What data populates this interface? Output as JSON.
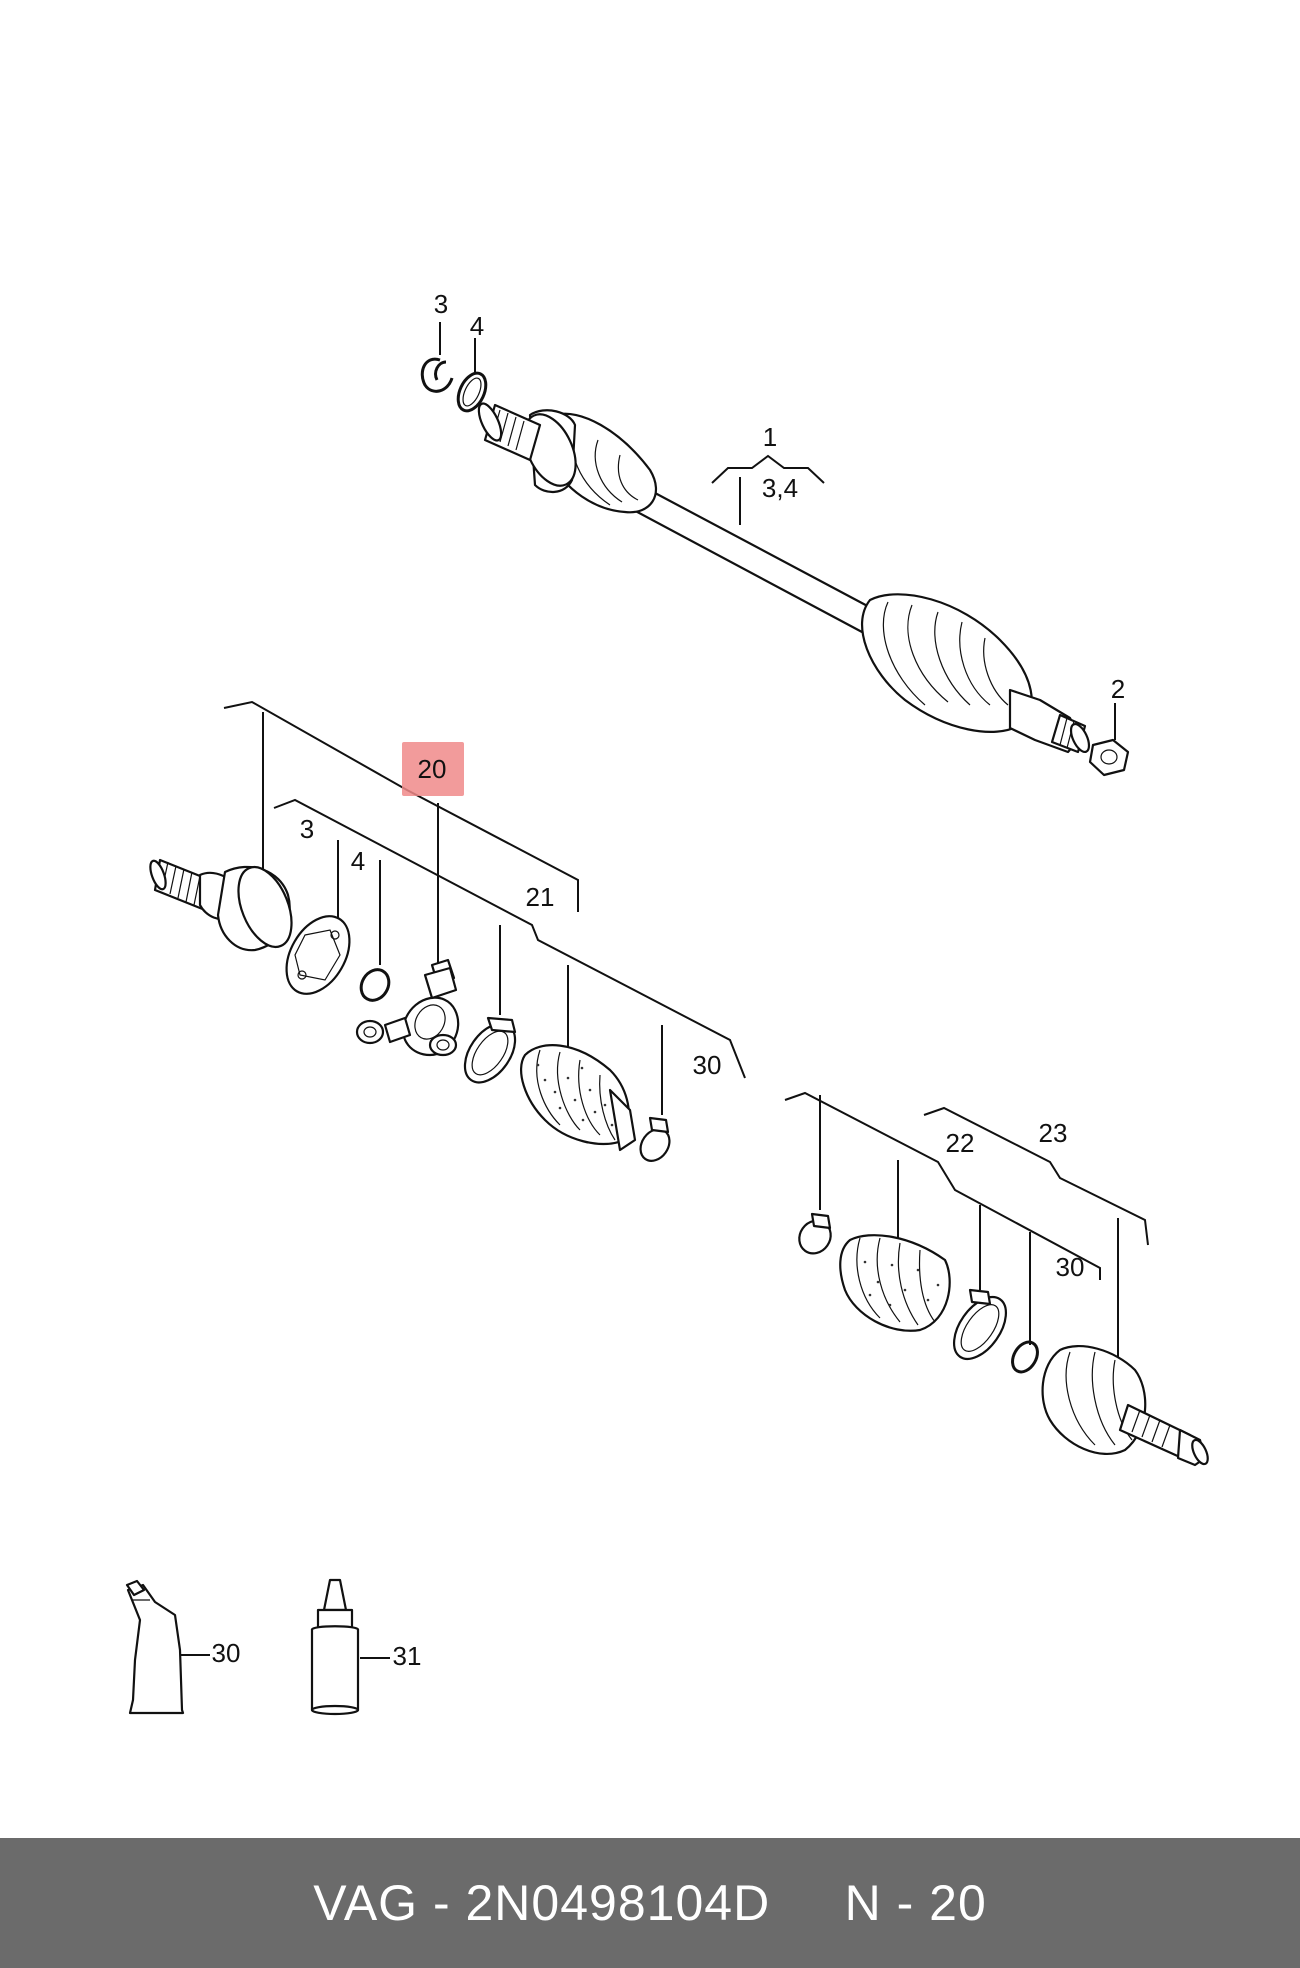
{
  "callouts": {
    "upper_3": "3",
    "upper_4": "4",
    "upper_1": "1",
    "upper_34": "3,4",
    "upper_2": "2",
    "hl_20": "20",
    "lower_3": "3",
    "lower_4": "4",
    "lower_21": "21",
    "lower_30": "30",
    "right_22": "22",
    "right_23": "23",
    "right_30": "30",
    "tube_30": "30",
    "bottle_31": "31"
  },
  "highlight_color": "#f08a8a",
  "footer": {
    "text": "VAG - 2N0498104D     N - 20"
  }
}
